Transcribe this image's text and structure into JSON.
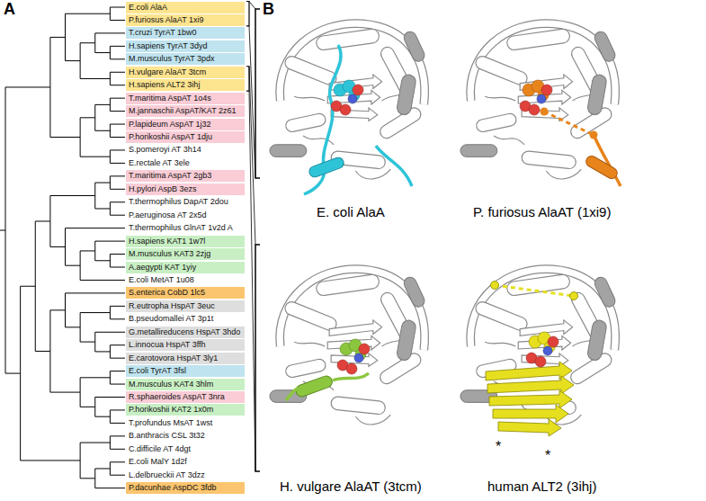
{
  "diagram": {
    "nodes": [
      {
        "text": [
          "E.coli AlaA"
        ]
      },
      {
        "text": [
          "P.furiosus AlaAT 1xi9"
        ]
      },
      {
        "text": [
          "T.cruzi TyrAT 1bw0"
        ]
      },
      {
        "text": [
          "H.sapiens TyrAT 3dyd"
        ]
      },
      {
        "text": [
          "M.musculus TyrAT 3pdx"
        ]
      },
      {
        "text": [
          "H.vulgare AlaAT 3tcm"
        ]
      },
      {
        "text": [
          "H.sapiens ALT2 3ihj"
        ]
      },
      {
        "text": [
          "T.maritima AspAT 1o4s"
        ]
      },
      {
        "text": [
          "M.jannaschii AspAT/KAT 2z61"
        ]
      },
      {
        "text": [
          "P.lapideum AspAT 1j32"
        ]
      },
      {
        "text": [
          "P.horikoshii AspAT 1dju"
        ]
      },
      {
        "text": [
          "T.maritima AspAT 2gb3"
        ]
      },
      {
        "text": [
          "H.pylori AspB 3ezs"
        ]
      },
      {
        "text": [
          "H.sapiens KAT1 1w7l"
        ]
      },
      {
        "text": [
          "M.musculus KAT3 2zjg"
        ]
      },
      {
        "text": [
          "A.aegypti KAT 1yiy"
        ]
      },
      {
        "text": [
          "S.enterica CobD 1lc5"
        ]
      },
      {
        "text": [
          "R.eutropha HspAT 3euc"
        ]
      },
      {
        "text": [
          "G.metallireducens HspAT 3hdo"
        ]
      },
      {
        "text": [
          "L.innocua HspAT 3ffh"
        ]
      },
      {
        "text": [
          "E.carotovora HspAT 3ly1"
        ]
      },
      {
        "text": [
          "E.coli TyrAT 3fsl"
        ]
      },
      {
        "text": [
          "M.musculus KAT4 3hlm"
        ]
      },
      {
        "text": [
          "R.sphaeroides AspAT 3nra"
        ]
      },
      {
        "text": [
          "P.horikoshii KAT2 1x0m"
        ]
      },
      {
        "text": [
          "P.dacunhae AspDC 3fdb"
        ]
      }
    ],
    "labels": [
      "A",
      "S.pomeroyi AT 3h14",
      "E.rectale AT 3ele",
      "T.thermophilus DapAT 2dou",
      "P.aeruginosa AT 2x5d",
      "T.thermophilus GlnAT 1v2d A",
      "E.coli MetAT 1u08",
      "B.pseudomallei AT 3p1t",
      "T.profundus MsAT 1wst",
      "B.anthracis CSL 3t32",
      "C.difficile AT 4dgt",
      "E.coli MalY 1d2f",
      "L.delbrueckii AT 3dzz",
      "B",
      "E. coli AlaA",
      "P. furiosus AlaAT (1xi9)",
      "H. vulgare AlaAT (3tcm)",
      "human ALT2 (3ihj)",
      "*",
      "*"
    ]
  }
}
